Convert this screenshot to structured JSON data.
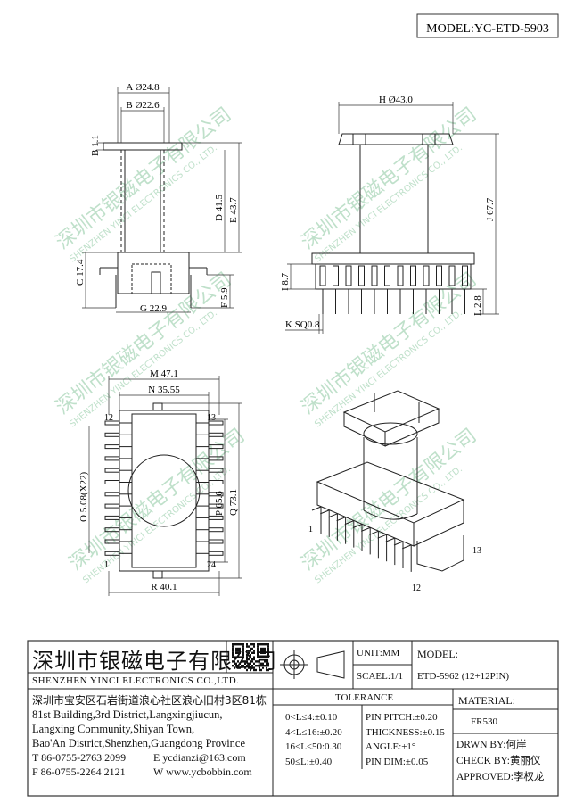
{
  "model_header": "MODEL:YC-ETD-5903",
  "dimensions": {
    "A": "A Ø24.8",
    "B": "B Ø22.6",
    "B_side": "B 1.1",
    "C": "C 17.4",
    "D": "D 41.5",
    "E": "E 43.7",
    "F": "F 5.9",
    "G": "G 22.9",
    "H": "H Ø43.0",
    "I": "I 8.7",
    "J": "J 67.7",
    "K": "K SQ0.8",
    "L": "L 2.8",
    "M": "M 47.1",
    "N": "N 35.55",
    "O": "O 5.08(X22)",
    "P": "P 65.6",
    "Q": "Q 73.1",
    "R": "R 40.1"
  },
  "pin_labels": {
    "top_left": "12",
    "top_right": "13",
    "bottom_left": "1",
    "bottom_right": "24",
    "iso_1": "1",
    "iso_13": "13",
    "iso_12": "12"
  },
  "watermark": {
    "cn": "深圳市银磁电子有限公司",
    "en": "SHENZHEN YINCI ELECTRONICS CO., LTD."
  },
  "title_block": {
    "company_cn": "深圳市银磁电子有限公司",
    "company_en": "SHENZHEN YINCI ELECTRONICS CO.,LTD.",
    "address_cn": "深圳市宝安区石岩街道浪心社区浪心旧村3区81栋",
    "address_en_1": "81st Building,3rd District,Langxingjiucun,",
    "address_en_2": "Langxing Community,Shiyan Town,",
    "address_en_3": "Bao'An District,Shenzhen,Guangdong Province",
    "tel": "T 86-0755-2763 2099",
    "fax": "F 86-0755-2264 2121",
    "email": "E ycdianzi@163.com",
    "web": "W www.ycbobbin.com",
    "unit": "UNIT:MM",
    "scale": "SCAEL:1/1",
    "model_label": "MODEL:",
    "model_value": "ETD-5962 (12+12PIN)",
    "material_label": "MATERIAL:",
    "material_value": "FR530",
    "tolerance_title": "TOLERANCE",
    "tolerances": [
      "0<L≤4:±0.10",
      "4<L≤16:±0.20",
      "16<L≤50:0.30",
      "50≤L:±0.40"
    ],
    "specs": [
      "PIN PITCH:±0.20",
      "THICKNESS:±0.15",
      "ANGLE:±1°",
      "PIN DIM:±0.05"
    ],
    "drawn_by": "DRWN BY:何岸",
    "check_by": "CHECK BY:黄丽仪",
    "approved": "APPROVED:李权龙"
  }
}
